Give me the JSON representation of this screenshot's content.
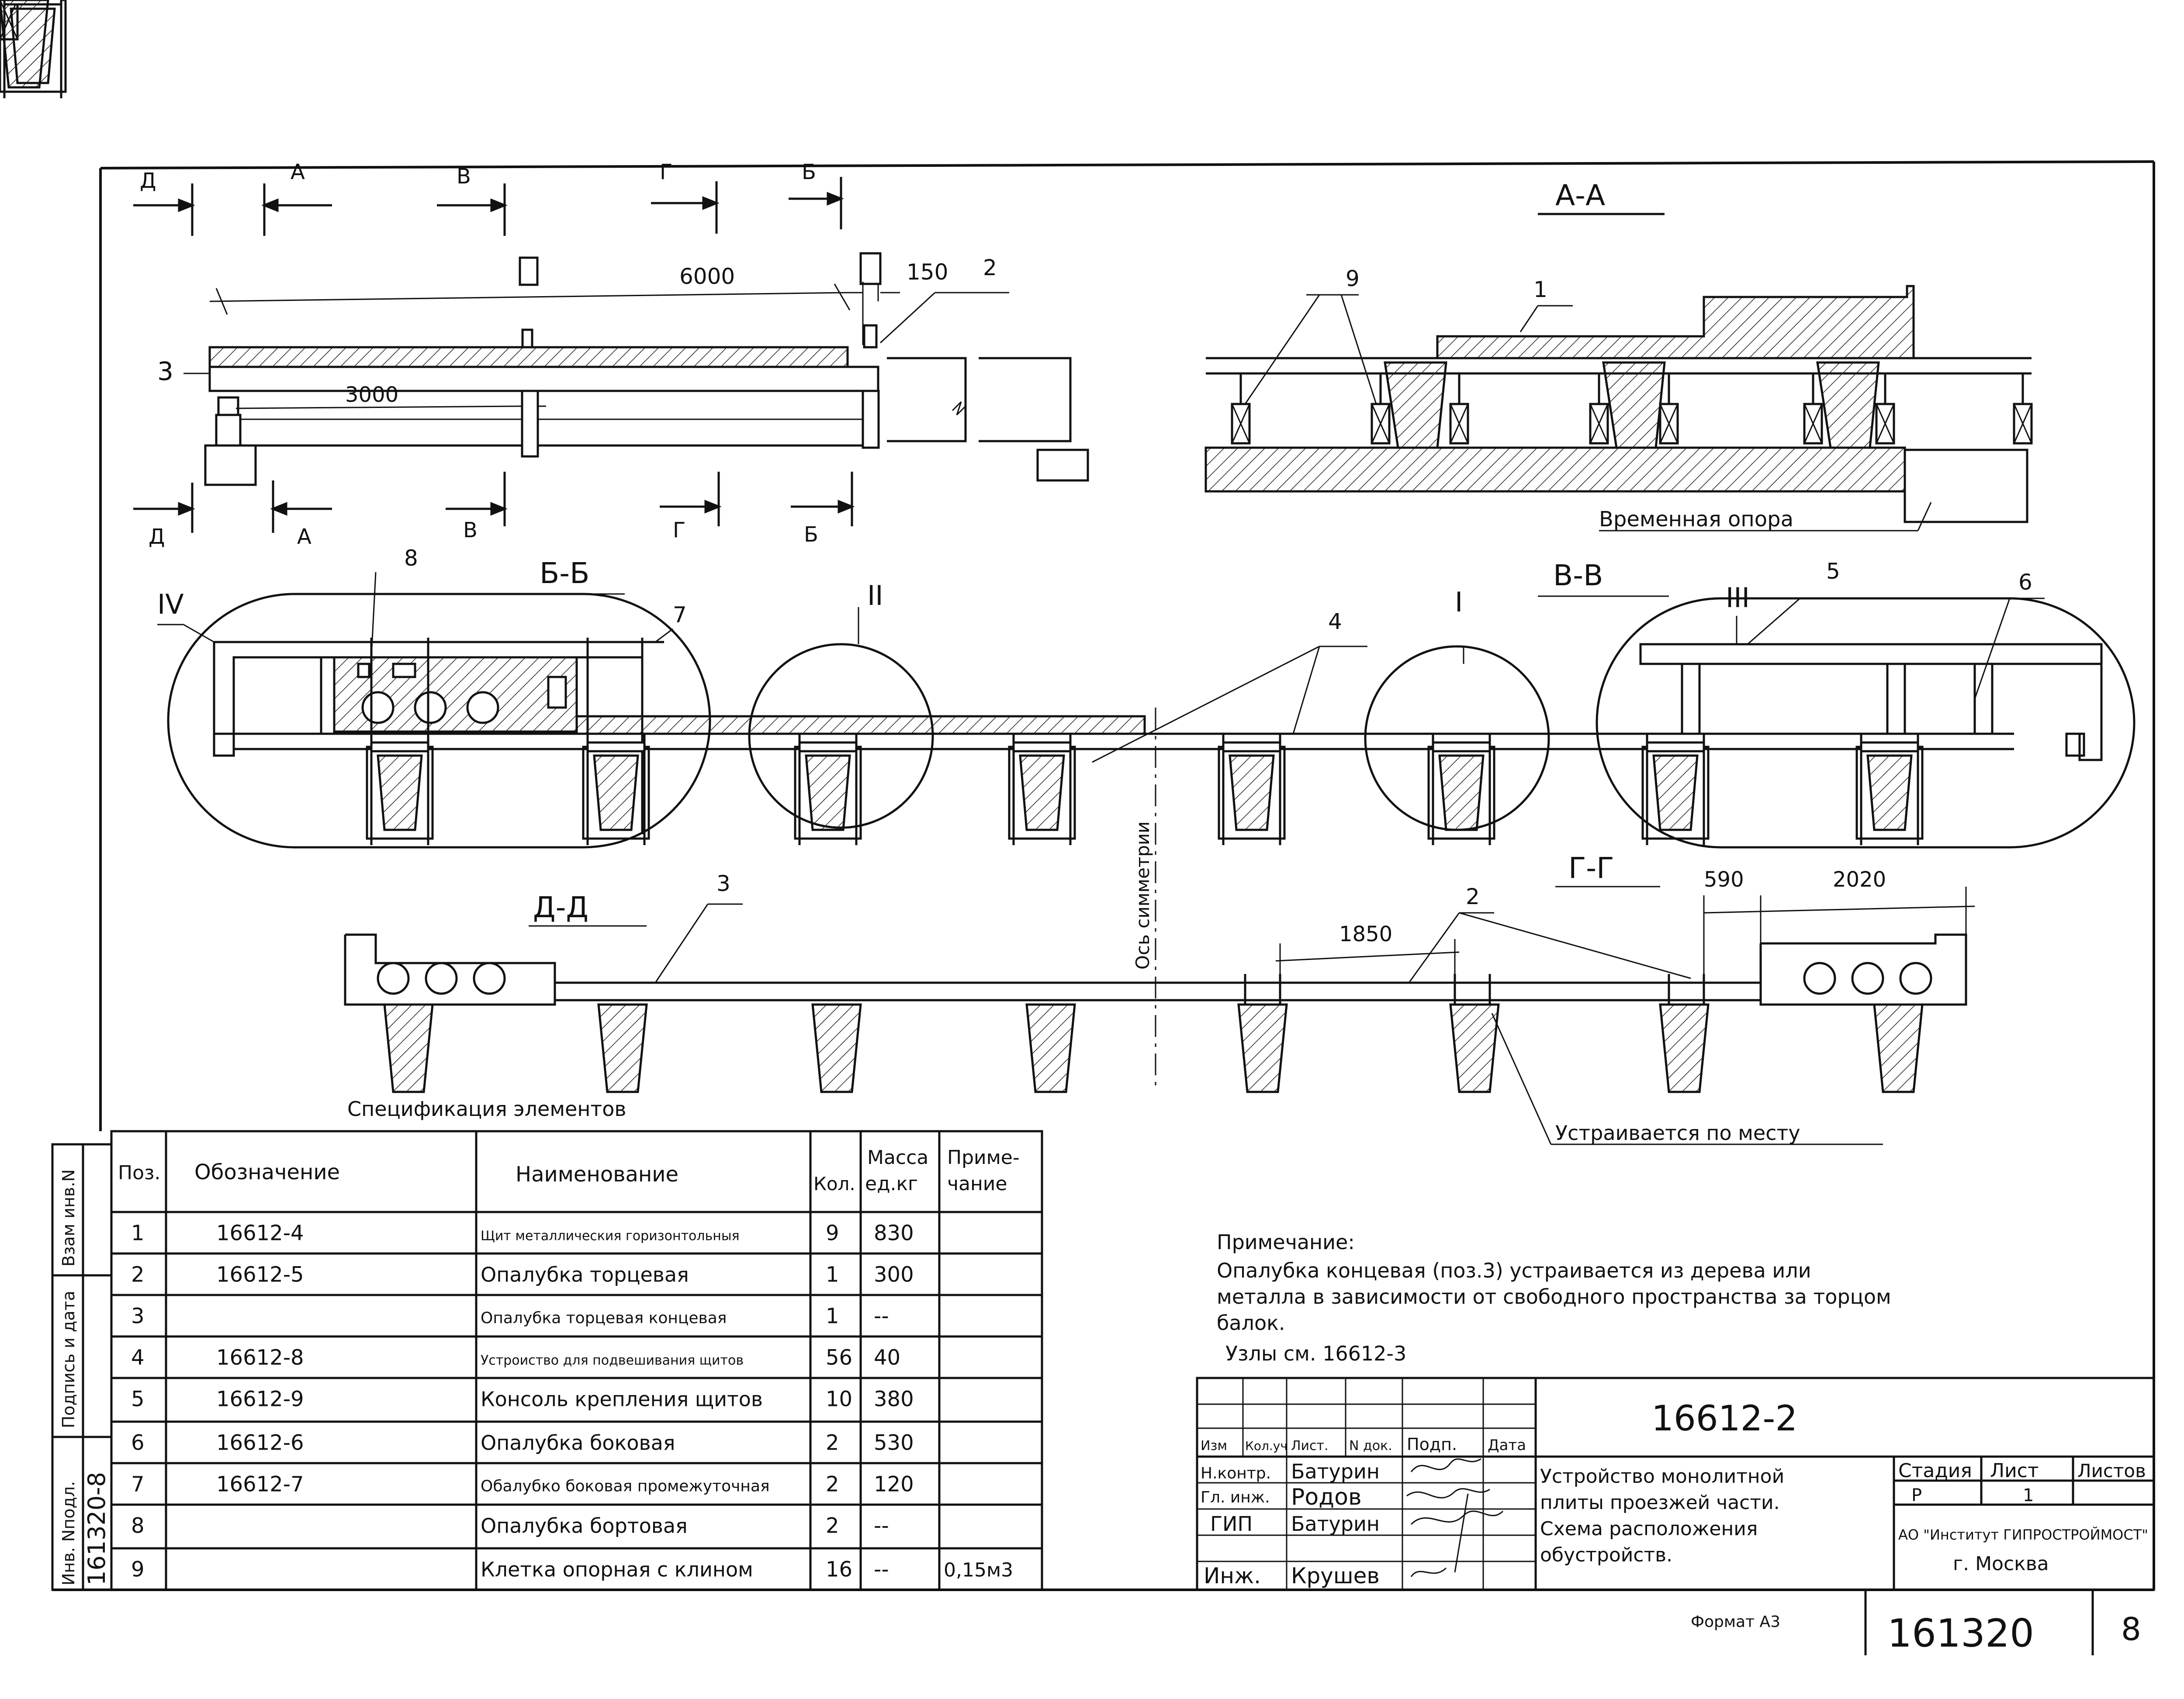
{
  "sections": {
    "aa": "А-А",
    "bb": "Б-Б",
    "vv": "В-В",
    "gg": "Г-Г",
    "dd": "Д-Д"
  },
  "cut_marks": {
    "d": "Д",
    "a": "А",
    "v": "В",
    "g": "Г",
    "b": "Б"
  },
  "nodes": {
    "i": "I",
    "ii": "II",
    "iii": "III",
    "iv": "IV"
  },
  "callouts": [
    "1",
    "2",
    "3",
    "4",
    "5",
    "6",
    "7",
    "8",
    "9"
  ],
  "dimensions": {
    "span": "6000",
    "gap": "150",
    "half": "3000",
    "d1850": "1850",
    "d590": "590",
    "d2020": "2020"
  },
  "labels": {
    "temp_support": "Временная опора",
    "axis": "Ось симметрии",
    "in_place": "Устраивается по месту",
    "spec_title": "Спецификация элементов"
  },
  "note": {
    "title": "Примечание:",
    "lines": [
      "Опалубка концевая (поз.3) устраивается из дерева или",
      "металла в зависимости от свободного пространства за торцом",
      "балок."
    ],
    "nodes_ref": "Узлы см. 16612-3"
  },
  "spec": {
    "headers": {
      "pos": "Поз.",
      "code": "Обозначение",
      "name": "Наименование",
      "qty": "Кол.",
      "mass1": "Масса",
      "mass2": "ед.кг",
      "note1": "Приме-",
      "note2": "чание"
    },
    "rows": [
      {
        "pos": "1",
        "code": "16612-4",
        "name": "Щит металлическия горизонтольныя",
        "qty": "9",
        "mass": "830",
        "note": ""
      },
      {
        "pos": "2",
        "code": "16612-5",
        "name": "Опалубка торцевая",
        "qty": "1",
        "mass": "300",
        "note": ""
      },
      {
        "pos": "3",
        "code": "",
        "name": "Опалубка торцевая концевая",
        "qty": "1",
        "mass": "--",
        "note": ""
      },
      {
        "pos": "4",
        "code": "16612-8",
        "name": "Устроиство для подвешивания щитов",
        "qty": "56",
        "mass": "40",
        "note": ""
      },
      {
        "pos": "5",
        "code": "16612-9",
        "name": "Консоль крепления щитов",
        "qty": "10",
        "mass": "380",
        "note": ""
      },
      {
        "pos": "6",
        "code": "16612-6",
        "name": "Опалубка боковая",
        "qty": "2",
        "mass": "530",
        "note": ""
      },
      {
        "pos": "7",
        "code": "16612-7",
        "name": "Обалубко боковая промежуточная",
        "qty": "2",
        "mass": "120",
        "note": ""
      },
      {
        "pos": "8",
        "code": "",
        "name": "Опалубка бортовая",
        "qty": "2",
        "mass": "--",
        "note": ""
      },
      {
        "pos": "9",
        "code": "",
        "name": "Клетка опорная с клином",
        "qty": "16",
        "mass": "--",
        "note": "0,15м3"
      }
    ]
  },
  "left_strip": {
    "inv": "Инв. Nподл.",
    "sign": "Подпись и дата",
    "vzam": "Взам инв.N",
    "number": "161320-8"
  },
  "title_block": {
    "code": "16612-2",
    "hdr": {
      "izm": "Изм",
      "kol": "Кол.уч",
      "list": "Лист.",
      "ndok": "N док.",
      "podp": "Подп.",
      "data": "Дата"
    },
    "people": [
      {
        "role": "Н.контр.",
        "name": "Батурин"
      },
      {
        "role": "Гл. инж.",
        "name": "Родов"
      },
      {
        "role": "ГИП",
        "name": "Батурин"
      },
      {
        "role": "Инж.",
        "name": "Крушев"
      }
    ],
    "desc": [
      "Устройство монолитной",
      "плиты проезжей части.",
      "Схема расположения",
      "обустройств."
    ],
    "stage_hdr": "Стадия",
    "sheet_hdr": "Лист",
    "sheets_hdr": "Листов",
    "stage": "Р",
    "sheet": "1",
    "org1": "АО \"Институт ГИПРОСТРОЙМОСТ\"",
    "org2": "г. Москва"
  },
  "footer": {
    "format": "Формат А3",
    "number": "161320",
    "page": "8"
  }
}
